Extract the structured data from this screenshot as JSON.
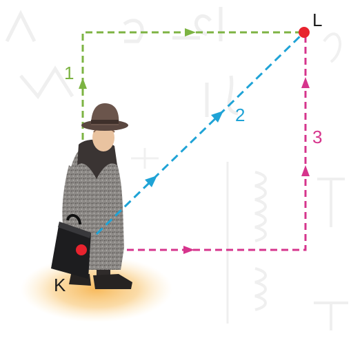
{
  "points": {
    "start": {
      "label": "K",
      "color": "#e8232e"
    },
    "end": {
      "label": "L",
      "color": "#e8232e"
    }
  },
  "paths": [
    {
      "label": "1",
      "color": "#7cb342",
      "route": "up-then-right"
    },
    {
      "label": "2",
      "color": "#1fa3d6",
      "route": "straight-diagonal"
    },
    {
      "label": "3",
      "color": "#d6348c",
      "route": "right-then-up"
    }
  ],
  "figure": {
    "subject": "man-with-briefcase",
    "shadow_color": "#f6b24a"
  },
  "background_watermark": {
    "color": "#eeeeee"
  }
}
